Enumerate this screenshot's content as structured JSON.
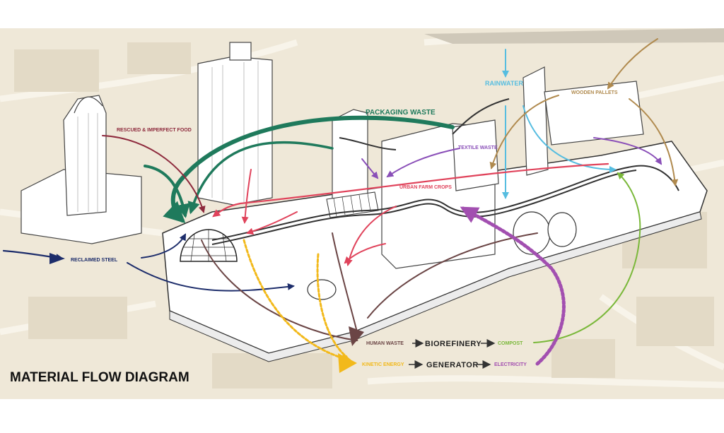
{
  "title": "MATERIAL FLOW DIAGRAM",
  "flows": {
    "packaging_waste": "PACKAGING WASTE",
    "rescued_food": "RESCUED & IMPERFECT FOOD",
    "rainwater": "RAINWATER",
    "wooden_pallets": "WOODEN PALLETS",
    "textile_waste": "TEXTILE WASTE",
    "urban_farm_crops": "URBAN FARM CROPS",
    "reclaimed_steel": "RECLAIMED STEEL"
  },
  "process": {
    "row1": {
      "input": "HUMAN WASTE",
      "stage": "BIOREFINERY",
      "output": "COMPOST"
    },
    "row2": {
      "input": "KINETIC ENERGY",
      "stage": "GENERATOR",
      "output": "ELECTRICITY"
    }
  },
  "colors": {
    "packaging": "#1f7a5c",
    "food": "#8e2a3d",
    "rain": "#56bde0",
    "wood": "#b08a4e",
    "textile": "#8a4fb8",
    "crops": "#e0435b",
    "steel": "#1d2d6b",
    "human_waste": "#6b4545",
    "kinetic": "#f2b91b",
    "compost": "#7ab83a",
    "electricity": "#a24fb0"
  }
}
